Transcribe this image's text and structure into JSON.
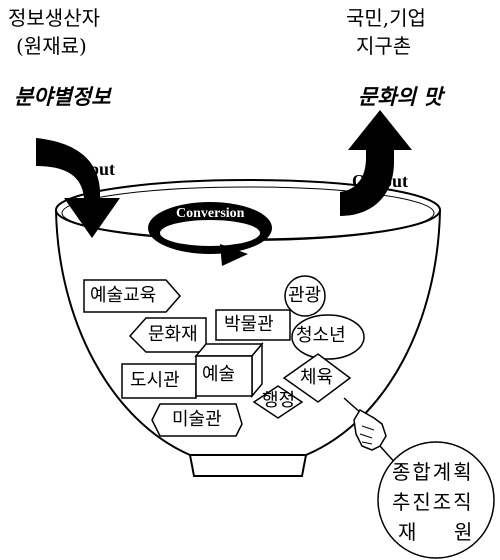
{
  "top_left": {
    "line1": "정보생산자",
    "line2": "(원재료)",
    "italic": "분야별정보"
  },
  "top_right": {
    "line1": "국민,기업",
    "line2": "지구촌",
    "italic": "문화의 맛"
  },
  "arrows": {
    "input": "Input",
    "output": "Output",
    "conversion": "Conversion"
  },
  "items": {
    "yesul_gyoyuk": "예술교육",
    "munhwajae": "문화재",
    "bakmulgwan": "박물관",
    "gwangwang": "관광",
    "cheongsonyeon": "청소년",
    "doseogwan": "도시관",
    "yesul": "예술",
    "cheyuk": "체육",
    "haengjeong": "행정",
    "misulgwan": "미술관"
  },
  "plan": {
    "line1": "종합계획",
    "line2": "추진조직",
    "line3_left": "재",
    "line3_right": "원"
  }
}
